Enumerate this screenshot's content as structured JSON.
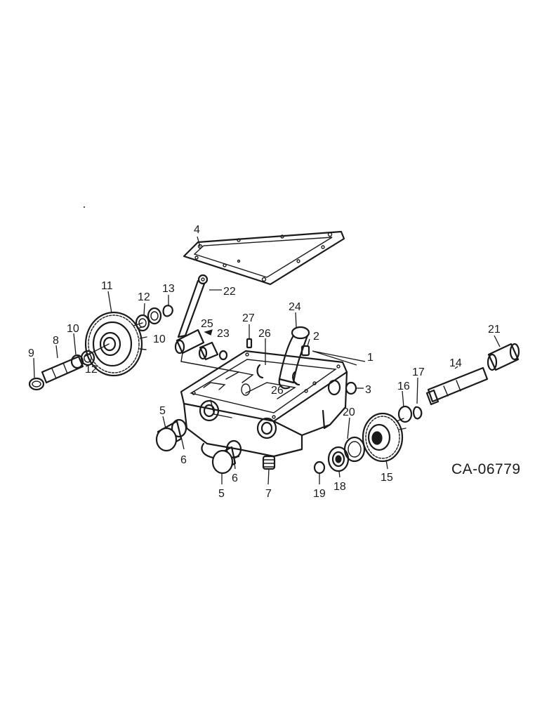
{
  "diagram": {
    "drawing_code": "CA-06779",
    "callouts": [
      {
        "id": "c4",
        "text": "4"
      },
      {
        "id": "c22",
        "text": "22"
      },
      {
        "id": "c11",
        "text": "11"
      },
      {
        "id": "c12a",
        "text": "12"
      },
      {
        "id": "c13",
        "text": "13"
      },
      {
        "id": "c24",
        "text": "24"
      },
      {
        "id": "c27",
        "text": "27"
      },
      {
        "id": "c25",
        "text": "25"
      },
      {
        "id": "c23",
        "text": "23"
      },
      {
        "id": "c26a",
        "text": "26"
      },
      {
        "id": "c2",
        "text": "2"
      },
      {
        "id": "c1",
        "text": "1"
      },
      {
        "id": "c21",
        "text": "21"
      },
      {
        "id": "c10a",
        "text": "10"
      },
      {
        "id": "c10b",
        "text": "10"
      },
      {
        "id": "c8",
        "text": "8"
      },
      {
        "id": "c9",
        "text": "9"
      },
      {
        "id": "c12b",
        "text": "12"
      },
      {
        "id": "c26b",
        "text": "26"
      },
      {
        "id": "c3",
        "text": "3"
      },
      {
        "id": "c14",
        "text": "14"
      },
      {
        "id": "c17",
        "text": "17"
      },
      {
        "id": "c16",
        "text": "16"
      },
      {
        "id": "c5a",
        "text": "5"
      },
      {
        "id": "c6a",
        "text": "6"
      },
      {
        "id": "c20",
        "text": "20"
      },
      {
        "id": "c15",
        "text": "15"
      },
      {
        "id": "c6b",
        "text": "6"
      },
      {
        "id": "c5b",
        "text": "5"
      },
      {
        "id": "c7",
        "text": "7"
      },
      {
        "id": "c19",
        "text": "19"
      },
      {
        "id": "c18",
        "text": "18"
      }
    ]
  }
}
